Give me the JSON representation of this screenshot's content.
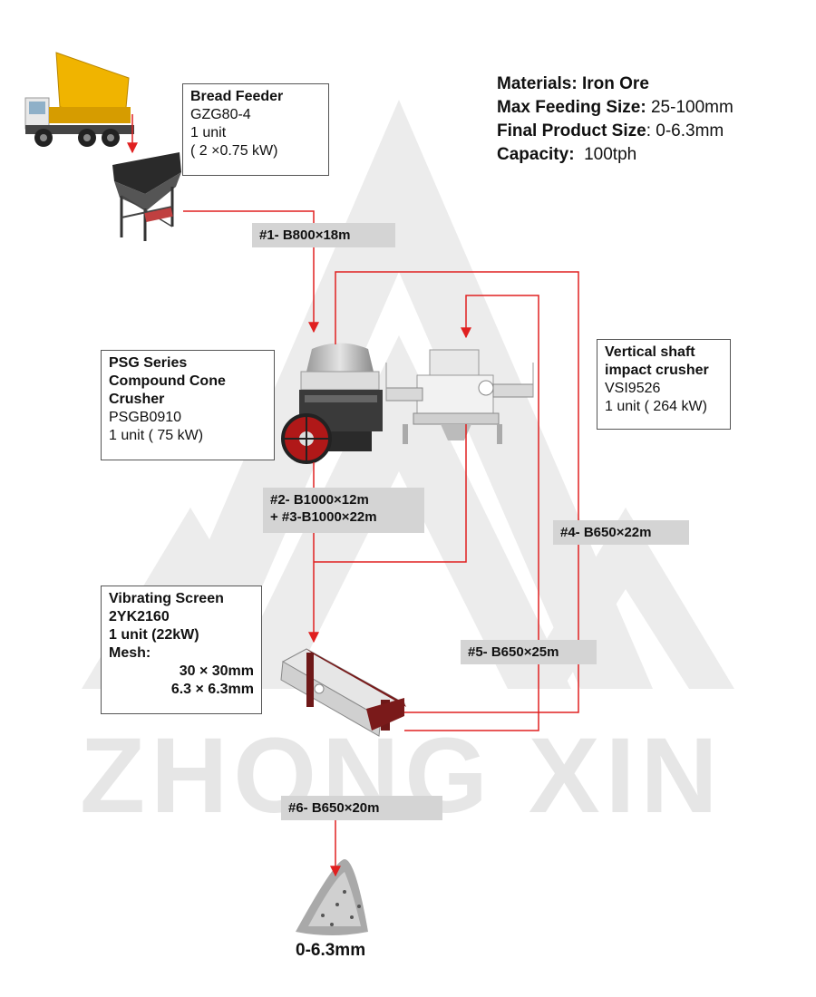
{
  "watermark": {
    "text": "ZHONG XIN"
  },
  "specs": [
    {
      "label": "Materials:",
      "value": "Iron Ore",
      "value_bold": true
    },
    {
      "label": "Max Feeding Size:",
      "value": "25-100mm",
      "value_bold": false
    },
    {
      "label": "Final Product Size",
      "value": ": 0-6.3mm",
      "value_bold": false
    },
    {
      "label": "Capacity:",
      "value": "100tph",
      "value_bold": false
    }
  ],
  "feeder": {
    "name": "Bread Feeder",
    "model": "GZG80-4",
    "qty": "1 unit",
    "power": "( 2 ×0.75 kW)"
  },
  "cone": {
    "name_1": "PSG Series",
    "name_2": "Compound Cone",
    "name_3": "Crusher",
    "model": "PSGB0910",
    "qty": "1 unit ( 75 kW)"
  },
  "vsi": {
    "name_1": "Vertical shaft",
    "name_2": "impact crusher",
    "model": "VSI9526",
    "qty": "1 unit ( 264 kW)"
  },
  "screen": {
    "name": "Vibrating Screen",
    "model": "2YK2160",
    "qty": "1 unit (22kW)",
    "mesh_label": "Mesh:",
    "mesh_1": "30 × 30mm",
    "mesh_2": "6.3 × 6.3mm"
  },
  "conveyors": {
    "c1": "#1- B800×18m",
    "c2": "#2- B1000×12m",
    "c3": "+ #3-B1000×22m",
    "c4": "#4- B650×22m",
    "c5": "#5- B650×25m",
    "c6": "#6- B650×20m"
  },
  "product": {
    "label": "0-6.3mm"
  },
  "colors": {
    "flow_line": "#e02020",
    "tag_bg": "#d4d4d4",
    "watermark": "#e6e6e6"
  }
}
